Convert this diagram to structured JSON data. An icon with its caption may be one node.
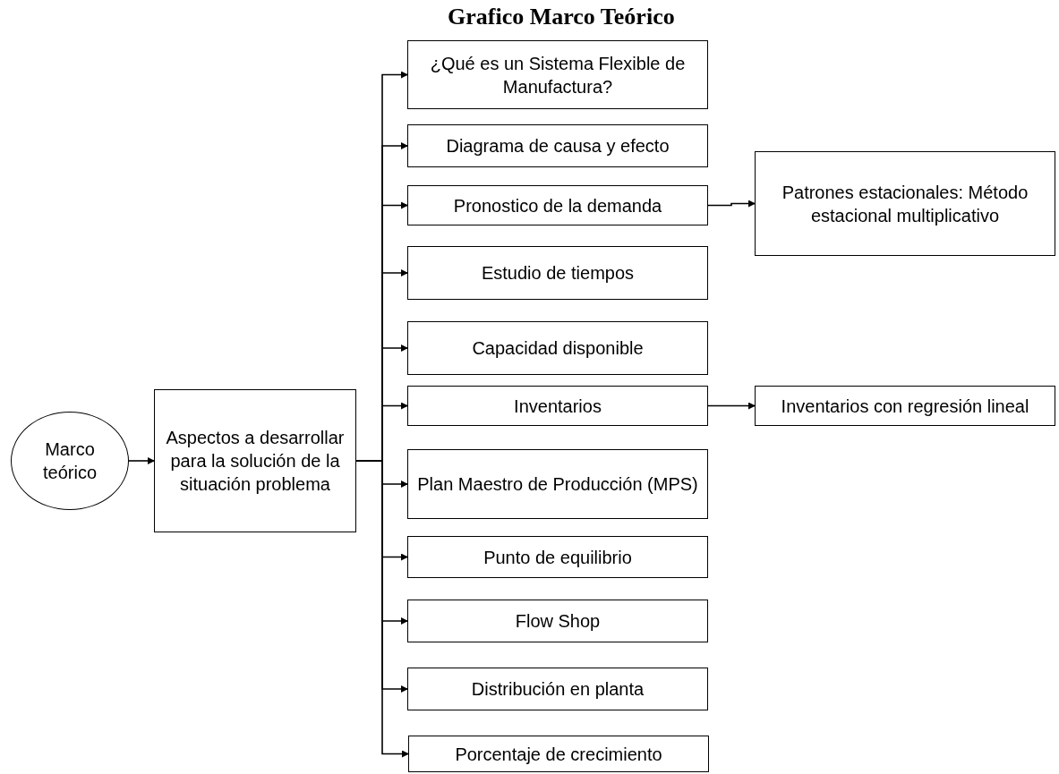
{
  "diagram": {
    "title": "Grafico Marco Teórico",
    "nodes": [
      {
        "text": [
          "Marco teórico"
        ]
      },
      {
        "text": [
          "Aspectos a desarrollar para la solución de la situación problema"
        ]
      },
      {
        "text": [
          "¿Qué es un Sistema Flexible de Manufactura?"
        ]
      },
      {
        "text": [
          "Diagrama de causa y efecto"
        ]
      },
      {
        "text": [
          "Pronostico de la demanda"
        ]
      },
      {
        "text": [
          "Patrones estacionales: Método estacional multiplicativo"
        ]
      },
      {
        "text": [
          "Estudio de tiempos"
        ]
      },
      {
        "text": [
          "Capacidad disponible"
        ]
      },
      {
        "text": [
          "Inventarios"
        ]
      },
      {
        "text": [
          "Inventarios con regresión lineal"
        ]
      },
      {
        "text": [
          "Plan Maestro de Producción (MPS)"
        ]
      },
      {
        "text": [
          "Punto de equilibrio"
        ]
      },
      {
        "text": [
          "Flow Shop"
        ]
      },
      {
        "text": [
          "Distribución en planta"
        ]
      },
      {
        "text": [
          "Porcentaje de crecimiento"
        ]
      }
    ],
    "edges": [
      {
        "from": 0,
        "to": 1,
        "arrow": "to"
      },
      {
        "from": 1,
        "to": 2,
        "arrow": "to"
      },
      {
        "from": 1,
        "to": 3,
        "arrow": "to"
      },
      {
        "from": 1,
        "to": 4,
        "arrow": "to"
      },
      {
        "from": 4,
        "to": 5,
        "arrow": "to"
      },
      {
        "from": 1,
        "to": 6,
        "arrow": "to"
      },
      {
        "from": 1,
        "to": 7,
        "arrow": "to"
      },
      {
        "from": 1,
        "to": 8,
        "arrow": "to"
      },
      {
        "from": 8,
        "to": 9,
        "arrow": "to"
      },
      {
        "from": 1,
        "to": 10,
        "arrow": "to"
      },
      {
        "from": 1,
        "to": 11,
        "arrow": "to"
      },
      {
        "from": 1,
        "to": 12,
        "arrow": "to"
      },
      {
        "from": 1,
        "to": 13,
        "arrow": "to"
      },
      {
        "from": 1,
        "to": 14,
        "arrow": "to"
      }
    ]
  }
}
